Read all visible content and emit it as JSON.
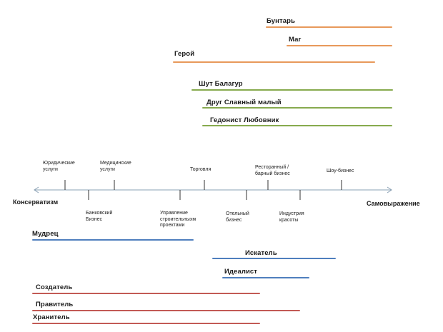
{
  "axis": {
    "left": "Консерватизм",
    "right": "Самовыражение"
  },
  "top_archetypes": [
    {
      "name": "Бунтарь"
    },
    {
      "name": "Маг"
    },
    {
      "name": "Герой"
    },
    {
      "name": "Шут Балагур"
    },
    {
      "name": "Друг Славный малый"
    },
    {
      "name": "Гедонист Любовник"
    }
  ],
  "bottom_archetypes": [
    {
      "name": "Мудрец"
    },
    {
      "name": "Искатель"
    },
    {
      "name": "Идеалист"
    },
    {
      "name": "Создатель"
    },
    {
      "name": "Правитель"
    },
    {
      "name": "Хранитель"
    }
  ],
  "businesses_above": [
    {
      "lines": [
        "Юридические",
        "услуги"
      ]
    },
    {
      "lines": [
        "Медицинские",
        "услуги"
      ]
    },
    {
      "lines": [
        "Торговля"
      ]
    },
    {
      "lines": [
        "Ресторанный /",
        "барный бизнес"
      ]
    },
    {
      "lines": [
        "Шоу-бизнес"
      ]
    }
  ],
  "businesses_below": [
    {
      "lines": [
        "Банковский",
        "Бизнес"
      ]
    },
    {
      "lines": [
        "Управление",
        "строительныхм",
        "проектами"
      ]
    },
    {
      "lines": [
        "Отельный",
        "бизнес"
      ]
    },
    {
      "lines": [
        "Индустрия",
        "красоты"
      ]
    }
  ],
  "colors": {
    "orange": "#e8995b",
    "green": "#87aa4e",
    "blue": "#4f7fbe",
    "red": "#c25a55",
    "axis": "#8aa0b4"
  }
}
